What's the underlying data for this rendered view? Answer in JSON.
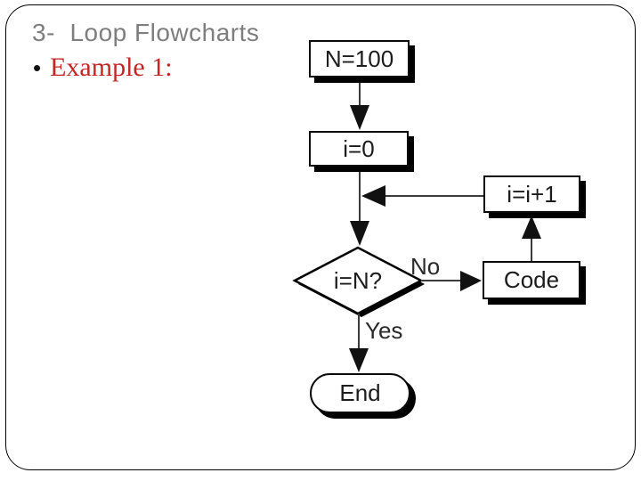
{
  "slide": {
    "title": "3-  Loop Flowcharts",
    "bullet_marker": "•",
    "example_label": "Example 1:",
    "colors": {
      "title_gray": "#7e7e7e",
      "example_red": "#c42525",
      "background": "#ffffff",
      "frame_border": "#000000"
    }
  },
  "flowchart": {
    "nodes": [
      {
        "id": "init-n",
        "type": "process",
        "label": "N=100"
      },
      {
        "id": "init-i",
        "type": "process",
        "label": "i=0"
      },
      {
        "id": "increment",
        "type": "process",
        "label": "i=i+1"
      },
      {
        "id": "condition",
        "type": "decision",
        "label": "i=N?"
      },
      {
        "id": "code",
        "type": "process",
        "label": "Code"
      },
      {
        "id": "end",
        "type": "terminator",
        "label": "End"
      }
    ],
    "edge_labels": {
      "no": "No",
      "yes": "Yes"
    },
    "colors": {
      "node_fill": "#ffffff",
      "node_border": "#000000",
      "shadow": "#000000",
      "connector": "#3c3c3c",
      "arrowhead": "#111111"
    }
  }
}
